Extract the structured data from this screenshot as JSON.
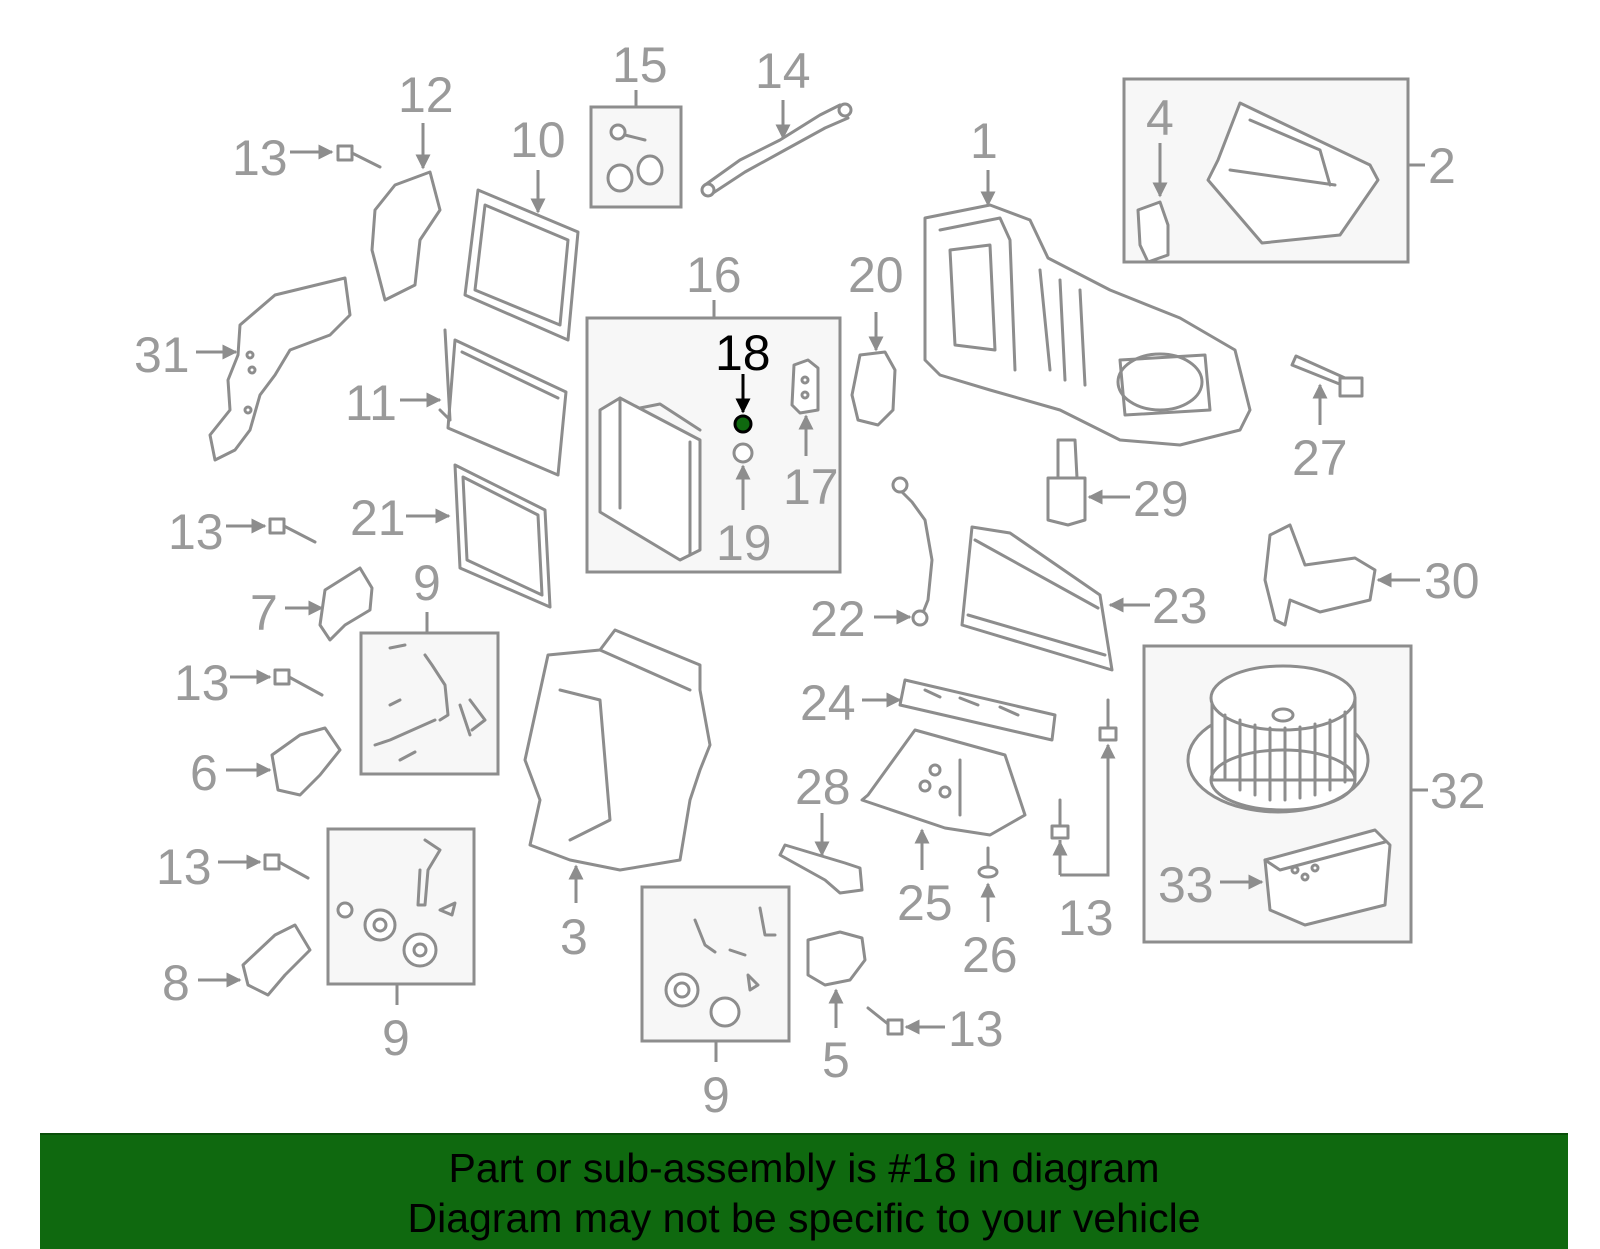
{
  "diagram": {
    "highlight_color": "#0f690f",
    "highlight_part": "18",
    "callouts": {
      "c1": "1",
      "c2": "2",
      "c3": "3",
      "c4": "4",
      "c5": "5",
      "c6": "6",
      "c7": "7",
      "c8": "8",
      "c9a": "9",
      "c9b": "9",
      "c9c": "9",
      "c10": "10",
      "c11": "11",
      "c12": "12",
      "c13a": "13",
      "c13b": "13",
      "c13c": "13",
      "c13d": "13",
      "c13e": "13",
      "c13f": "13",
      "c14": "14",
      "c15": "15",
      "c16": "16",
      "c17": "17",
      "c18": "18",
      "c19": "19",
      "c20": "20",
      "c21": "21",
      "c22": "22",
      "c23": "23",
      "c24": "24",
      "c25": "25",
      "c26": "26",
      "c27": "27",
      "c28": "28",
      "c29": "29",
      "c30": "30",
      "c31": "31",
      "c32": "32",
      "c33": "33"
    }
  },
  "banner": {
    "line1": "Part or sub-assembly is #18 in diagram",
    "line2": "Diagram may not be specific to your vehicle",
    "background": "#0f690f"
  }
}
